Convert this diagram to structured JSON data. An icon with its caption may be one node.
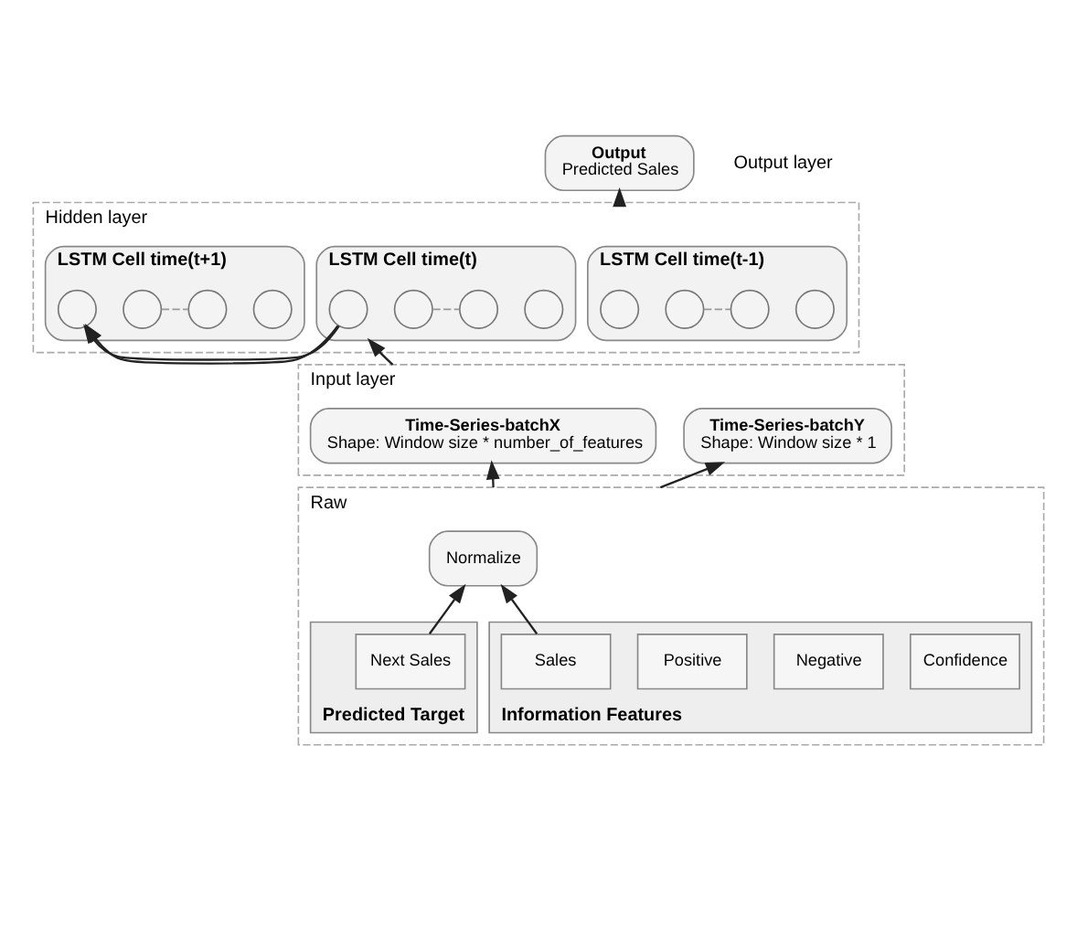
{
  "diagram": {
    "nodes": [
      {
        "text": [
          "Output",
          "Predicted Sales"
        ]
      },
      {
        "text": [
          "Hidden layer"
        ]
      },
      {
        "text": [
          "LSTM Cell time(t-1)"
        ],
        "in": 1
      },
      {
        "text": [],
        "shape": "circle",
        "in": 2
      },
      {
        "text": [],
        "shape": "circle",
        "in": 2
      },
      {
        "text": [],
        "shape": "circle",
        "in": 2
      },
      {
        "text": [],
        "shape": "circle",
        "in": 2
      },
      {
        "text": [
          "LSTM Cell time(t)"
        ],
        "in": 1
      },
      {
        "text": [],
        "shape": "circle",
        "in": 7
      },
      {
        "text": [],
        "shape": "circle",
        "in": 7
      },
      {
        "text": [],
        "shape": "circle",
        "in": 7
      },
      {
        "text": [],
        "shape": "circle",
        "in": 7
      },
      {
        "text": [
          "LSTM Cell time(t+1)"
        ],
        "in": 1
      },
      {
        "text": [],
        "shape": "circle",
        "in": 12
      },
      {
        "text": [],
        "shape": "circle",
        "in": 12
      },
      {
        "text": [],
        "shape": "circle",
        "in": 12
      },
      {
        "text": [],
        "shape": "circle",
        "in": 12
      },
      {
        "text": [
          "Input layer"
        ]
      },
      {
        "text": [
          "Time-Series-batchX",
          "Shape: Window size * number_of_features"
        ],
        "in": 17
      },
      {
        "text": [
          "Time-Series-batchY",
          "Shape: Window size * 1"
        ],
        "in": 17
      },
      {
        "text": [
          "Raw"
        ]
      },
      {
        "text": [
          "Normalize"
        ],
        "in": 20
      },
      {
        "text": [
          "Information Features"
        ],
        "in": 20
      },
      {
        "text": [
          "Sales"
        ],
        "in": 22
      },
      {
        "text": [
          "Positive"
        ],
        "in": 22
      },
      {
        "text": [
          "Negative"
        ],
        "in": 22
      },
      {
        "text": [
          "Confidence"
        ],
        "in": 22
      },
      {
        "text": [
          "Predicted Target"
        ],
        "in": 20
      },
      {
        "text": [
          "Next Sales"
        ],
        "in": 27
      }
    ],
    "edges": [
      {
        "from": 4,
        "to": 5,
        "arrow": "none",
        "style": "dashed",
        "color": "#999999"
      },
      {
        "from": 9,
        "to": 10,
        "arrow": "none",
        "style": "dashed",
        "color": "#999999"
      },
      {
        "from": 14,
        "to": 15,
        "arrow": "none",
        "style": "dashed",
        "color": "#999999"
      },
      {
        "from": 7,
        "to": 12,
        "arrow": "to"
      },
      {
        "from": 1,
        "to": 0,
        "arrow": "to"
      },
      {
        "from": 17,
        "to": 7,
        "arrow": "to"
      },
      {
        "from": 20,
        "to": 18,
        "arrow": "to"
      },
      {
        "from": 20,
        "to": 19,
        "arrow": "to"
      },
      {
        "from": 23,
        "to": 21,
        "arrow": "to"
      },
      {
        "from": 28,
        "to": 21,
        "arrow": "to"
      }
    ],
    "labels": [
      "Output layer"
    ]
  }
}
